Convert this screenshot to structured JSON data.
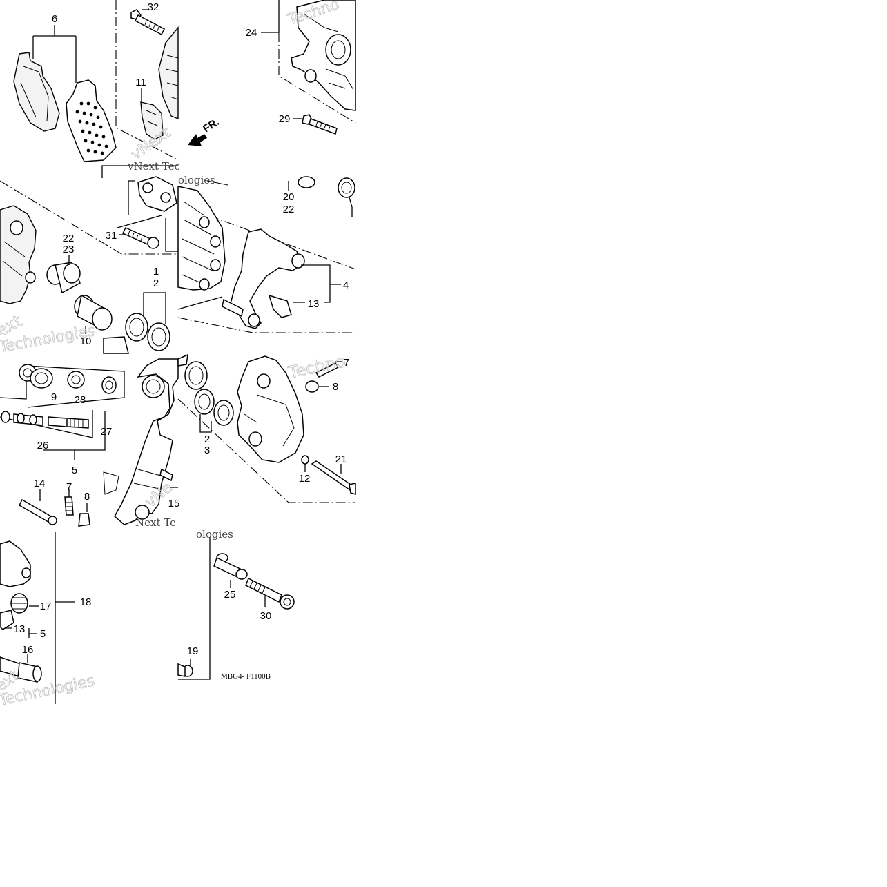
{
  "diagram": {
    "callouts": [
      "6",
      "32",
      "11",
      "24",
      "29",
      "20",
      "22",
      "31",
      "22",
      "23",
      "1",
      "2",
      "4",
      "13",
      "10",
      "9",
      "28",
      "26",
      "27",
      "5",
      "7",
      "8",
      "2",
      "3",
      "12",
      "21",
      "14",
      "7",
      "8",
      "15",
      "17",
      "18",
      "13",
      "5",
      "16",
      "25",
      "30",
      "19"
    ],
    "direction_label": "FR.",
    "diagram_code": "MBG4- F1100B",
    "watermark_brand": "vNext Technologies"
  }
}
